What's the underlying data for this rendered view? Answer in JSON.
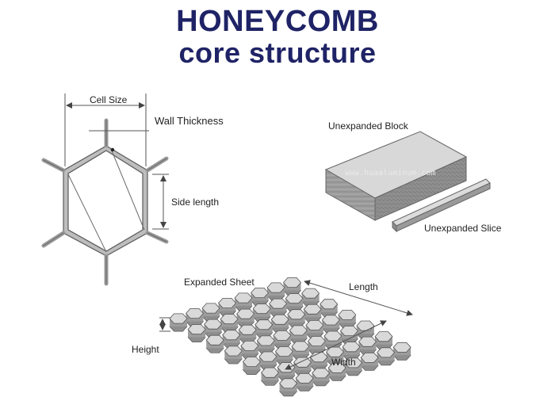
{
  "title": {
    "line1": "HONEYCOMB",
    "line2": "core structure"
  },
  "cell_diagram": {
    "cell_size": "Cell Size",
    "wall_thickness": "Wall Thickness",
    "side_length": "Side length"
  },
  "block_diagram": {
    "unexpanded_block": "Unexpanded Block",
    "unexpanded_slice": "Unexpanded Slice",
    "watermark": "www.huaaluminum.com"
  },
  "sheet_diagram": {
    "expanded_sheet": "Expanded Sheet",
    "length": "Length",
    "height": "Height",
    "width": "Width"
  },
  "colors": {
    "title": "#1f2366",
    "line": "#555555",
    "cell_wall": "#c8c8c8"
  }
}
